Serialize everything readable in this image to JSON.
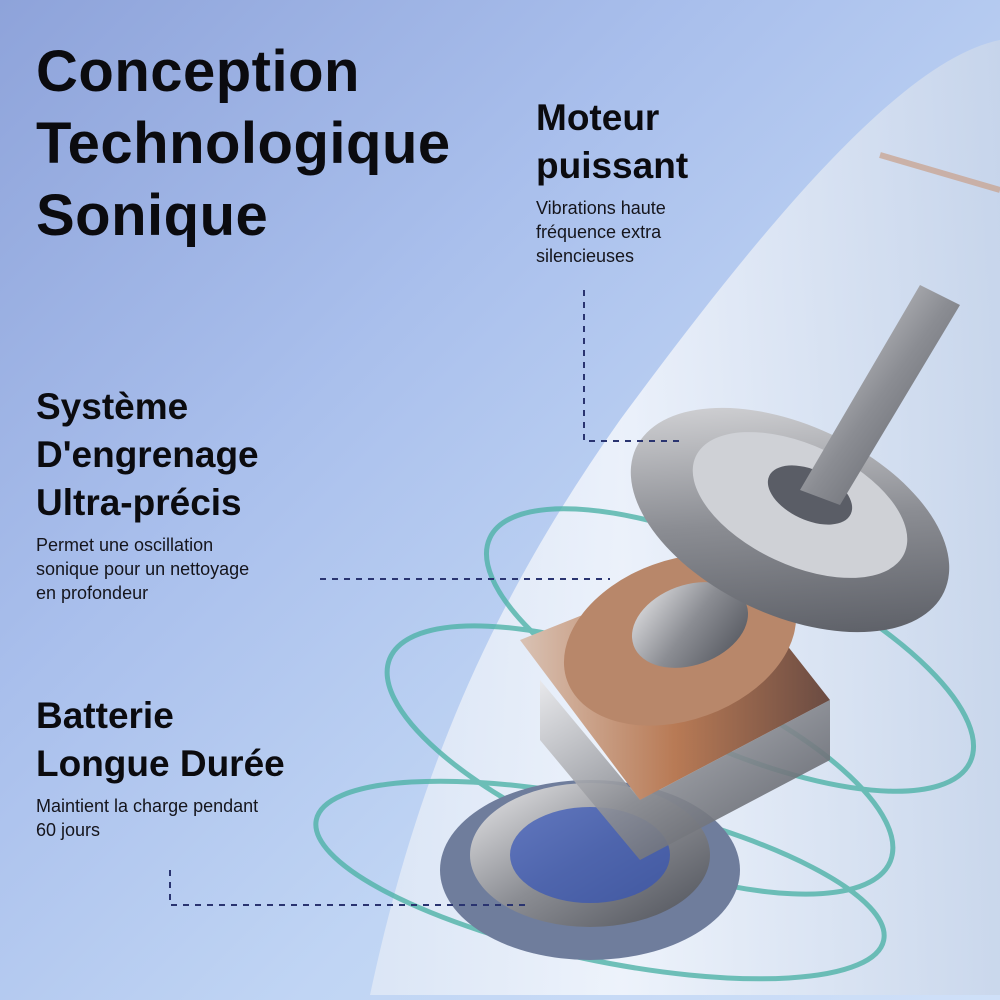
{
  "title": [
    "Conception",
    "Technologique",
    "Sonique"
  ],
  "features": [
    {
      "heading": [
        "Moteur",
        "puissant"
      ],
      "description": [
        "Vibrations haute",
        "fréquence extra",
        "silencieuses"
      ]
    },
    {
      "heading": [
        "Système",
        "D'engrenage",
        "Ultra-précis"
      ],
      "description": [
        "Permet une oscillation",
        "sonique pour un nettoyage",
        "en profondeur"
      ]
    },
    {
      "heading": [
        "Batterie",
        "Longue Durée"
      ],
      "description": [
        "Maintient la charge pendant",
        "60 jours"
      ]
    }
  ],
  "colors": {
    "text": "#0b0b0f",
    "leader_line": "#2a3470",
    "ring": "#4fb3a8"
  }
}
